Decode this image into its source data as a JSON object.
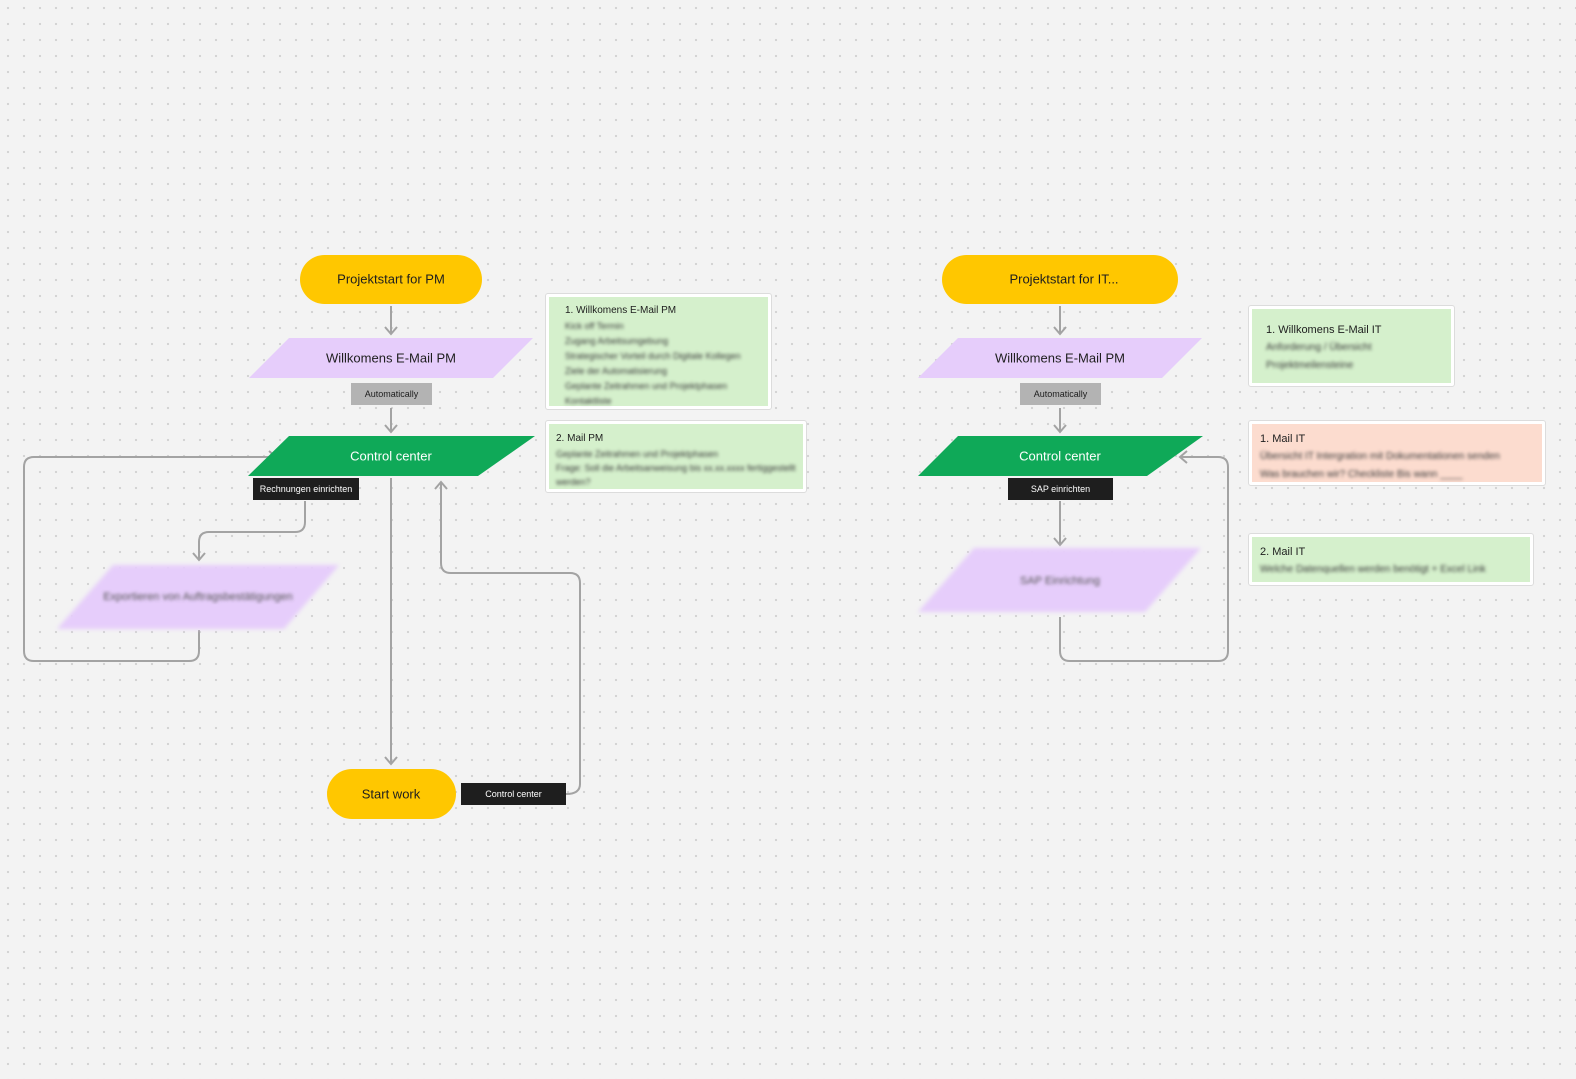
{
  "flow_pm": {
    "start": "Projektstart for PM",
    "email": "Willkomens E-Mail PM",
    "automatically": "Automatically",
    "control_center": "Control center",
    "rechnungen": "Rechnungen einrichten",
    "blurred_box": "Exportieren von Auftragsbestätigungen",
    "start_work": "Start work",
    "control_center_label": "Control center"
  },
  "flow_it": {
    "start": "Projektstart for IT...",
    "email": "Willkomens E-Mail PM",
    "automatically": "Automatically",
    "control_center": "Control center",
    "sap_einrichten": "SAP einrichten",
    "blurred_box": "SAP Einrichtung"
  },
  "notes": {
    "pm_welcome": {
      "title": "1. Willkomens E-Mail  PM",
      "lines": [
        "Kick off Termin",
        "Zugang Arbeitsumgebung",
        "Strategischer Vorteil durch Digitale Kollegen",
        "Ziele der Automatisierung",
        "Geplante Zeitrahmen und Projektphasen",
        "Kontaktliste"
      ]
    },
    "pm_mail2": {
      "title": "2. Mail PM",
      "lines": [
        "Geplante Zeitrahmen und Projektphasen",
        "Frage: Soll die Arbeitsanweisung bis xx.xx.xxxx fertiggestellt",
        "werden?"
      ]
    },
    "it_welcome": {
      "title": "1. Willkomens E-Mail  IT",
      "lines": [
        "Anforderung / Übersicht",
        "Projektmeilensteine"
      ]
    },
    "it_mail1": {
      "title": "1. Mail IT",
      "lines": [
        "Übersicht IT Intergration mit Dokumentationen senden",
        "Was brauchen wir? Checkliste Bis wann ____"
      ]
    },
    "it_mail2": {
      "title": "2. Mail IT",
      "lines": [
        "Welche Datenquellen werden benötigt + Excel Link"
      ]
    }
  },
  "colors": {
    "start_node": "#ffc700",
    "email_node": "#e6cdfb",
    "control_node": "#0fa958",
    "connector": "#a3a3a3",
    "label_dark": "#1e1e1e",
    "label_gray": "#b3b3b3",
    "note_green": "#d5f0cc",
    "note_salmon": "#fcdccf"
  }
}
